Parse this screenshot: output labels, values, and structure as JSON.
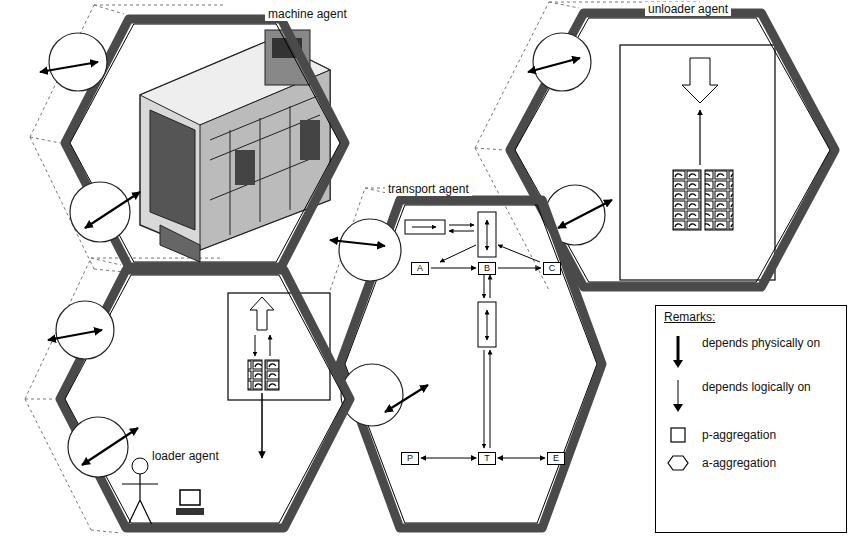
{
  "diagram": {
    "nodes": [
      {
        "text": [
          "machine agent"
        ]
      },
      {
        "text": [
          "unloader agent"
        ]
      },
      {
        "text": [
          "transport agent"
        ]
      },
      {
        "text": [
          "A"
        ],
        "in": 2
      },
      {
        "text": [
          "B"
        ],
        "in": 2
      },
      {
        "text": [
          "C"
        ],
        "in": 2
      },
      {
        "text": [
          "P"
        ],
        "in": 2
      },
      {
        "text": [
          "T"
        ],
        "in": 2
      },
      {
        "text": [
          "E"
        ],
        "in": 2
      },
      {
        "text": [
          "loader agent"
        ]
      }
    ],
    "edges": [
      {
        "from": 3,
        "to": 4,
        "arrow": "to"
      },
      {
        "from": 4,
        "to": 5,
        "arrow": "to"
      },
      {
        "from": 6,
        "to": 7,
        "arrow": "both"
      },
      {
        "from": 7,
        "to": 8,
        "arrow": "both"
      }
    ],
    "labels": [
      "Remarks:"
    ],
    "legend": [
      {
        "text": "depends physically on"
      },
      {
        "text": "depends logically on"
      },
      {
        "text": "p-aggregation"
      },
      {
        "text": "a-aggregation"
      }
    ]
  }
}
